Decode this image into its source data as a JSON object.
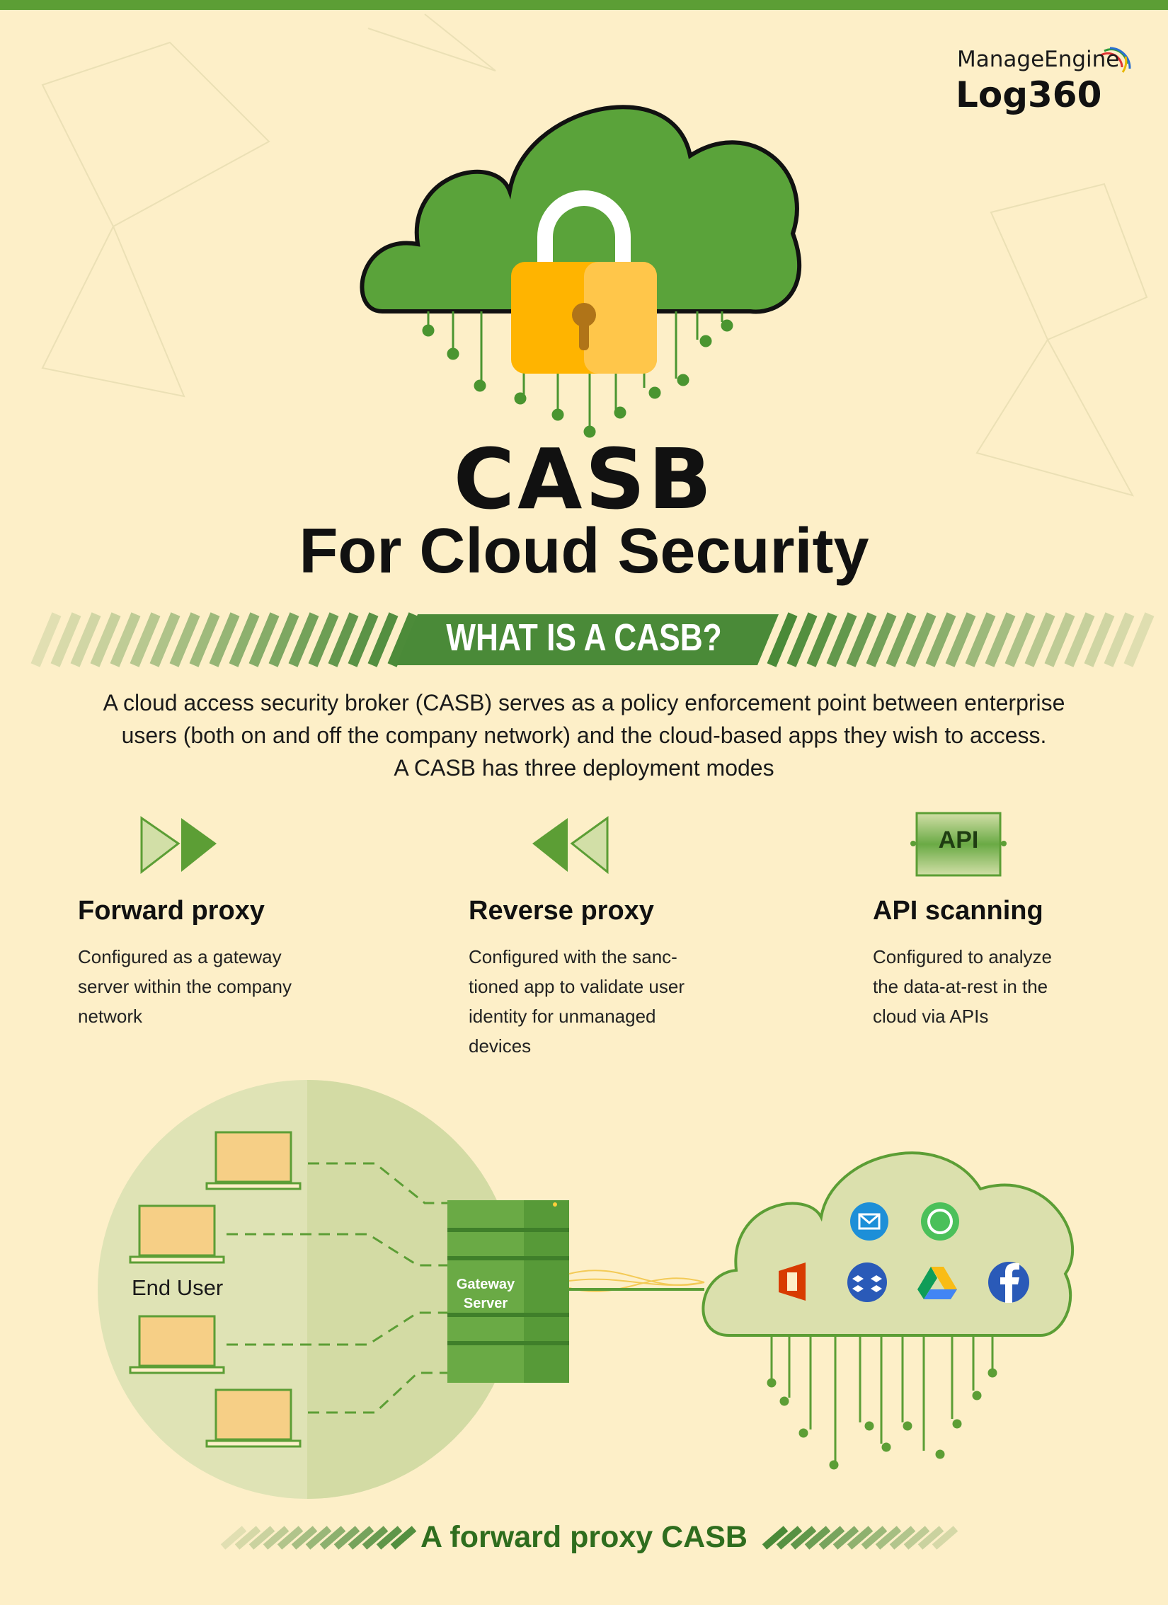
{
  "brand": {
    "company": "ManageEngine",
    "product": "Log360"
  },
  "title": {
    "main": "CASB",
    "sub": "For Cloud Security"
  },
  "section_banner": "WHAT IS A CASB?",
  "intro": {
    "lines": [
      "A cloud access security broker (CASB) serves as a policy enforcement point between enterprise",
      "users (both on and off the company network) and the cloud-based apps they wish to access.",
      "A CASB has three deployment modes"
    ]
  },
  "modes": [
    {
      "icon": "forward-arrows-icon",
      "title": "Forward proxy",
      "lines": [
        "Configured as a gateway",
        "server within the company",
        "network"
      ]
    },
    {
      "icon": "reverse-arrows-icon",
      "title": "Reverse proxy",
      "lines": [
        "Configured with the sanc-",
        "tioned app to validate user",
        "identity for unmanaged",
        "devices"
      ]
    },
    {
      "icon": "api-icon",
      "icon_text": "API",
      "title": "API scanning",
      "lines": [
        "Configured to analyze",
        "the data-at-rest in the",
        "cloud via APIs"
      ]
    }
  ],
  "diagram": {
    "end_user_label": "End User",
    "gateway_label_1": "Gateway",
    "gateway_label_2": "Server",
    "cloud_apps": [
      "email-icon",
      "whatsapp-icon",
      "office-icon",
      "dropbox-icon",
      "google-drive-icon",
      "facebook-icon"
    ]
  },
  "footer": "A forward proxy CASB",
  "colors": {
    "background": "#fdefc8",
    "green": "#5c9e35",
    "dark_green": "#2f6d1e",
    "lock": "#ffb400"
  }
}
